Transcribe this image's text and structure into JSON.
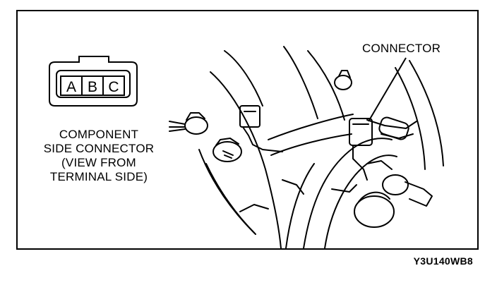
{
  "component_label": {
    "line1": "COMPONENT",
    "line2": "SIDE CONNECTOR",
    "line3": "(VIEW FROM",
    "line4": "TERMINAL SIDE)"
  },
  "connector_label": "CONNECTOR",
  "pins": [
    "A",
    "B",
    "C"
  ],
  "figure_code": "Y3U140WB8"
}
